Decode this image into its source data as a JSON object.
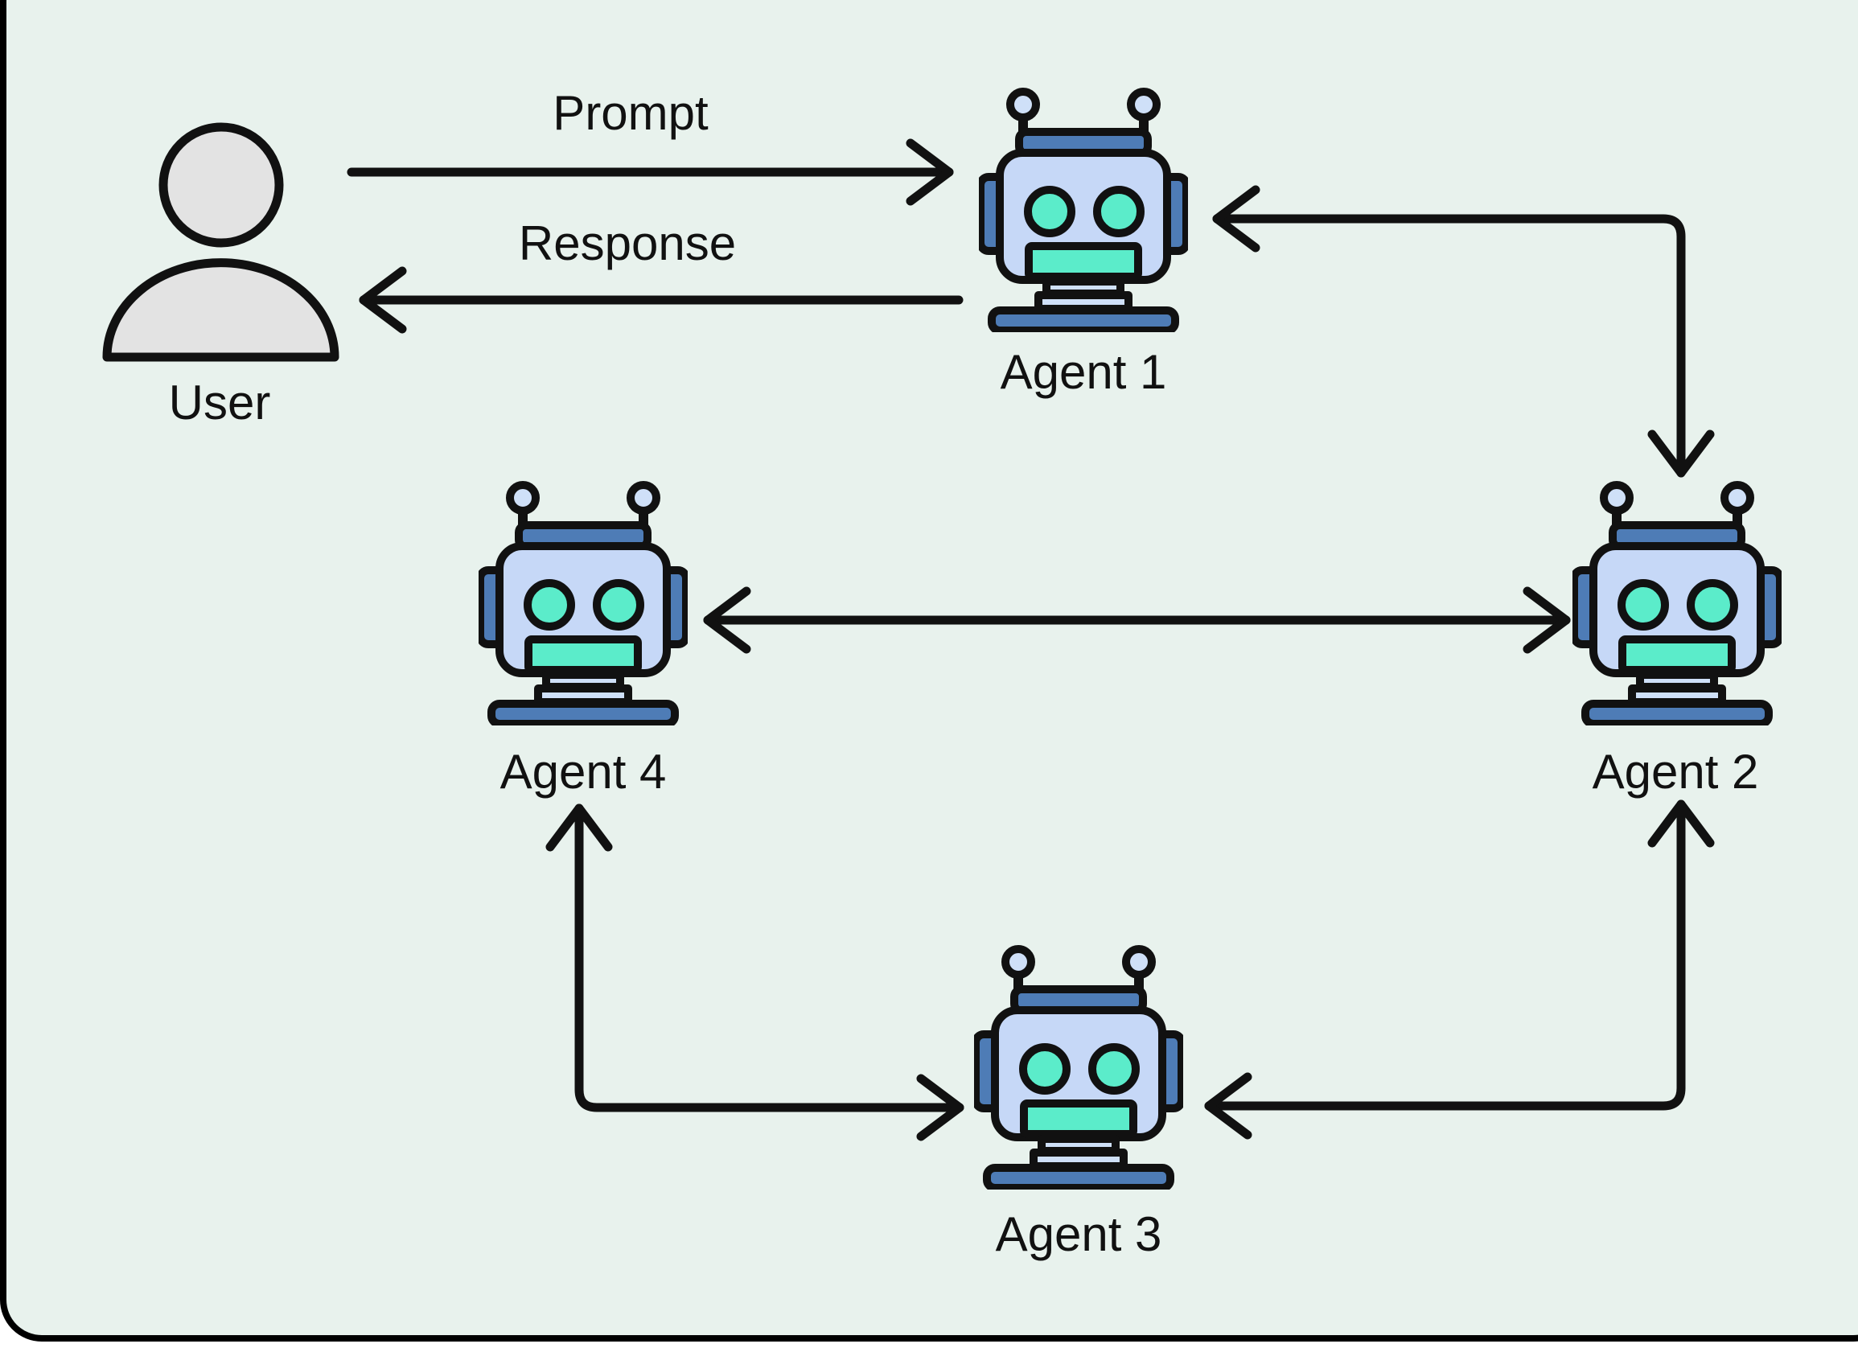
{
  "title": "Multi-agent system diagram",
  "colors": {
    "page": "#ffffff",
    "bg": "#e8f2ed",
    "frame": "#000000",
    "ink": "#111111",
    "head": "#c6d8f7",
    "dark": "#4e7cb6",
    "teal": "#5becca",
    "ball": "#cfe0f8",
    "gray": "#e3e3e3"
  },
  "nodes": {
    "user": {
      "label": "User",
      "icon": "person-icon"
    },
    "agent1": {
      "label": "Agent 1",
      "icon": "robot-icon"
    },
    "agent2": {
      "label": "Agent 2",
      "icon": "robot-icon"
    },
    "agent3": {
      "label": "Agent 3",
      "icon": "robot-icon"
    },
    "agent4": {
      "label": "Agent 4",
      "icon": "robot-icon"
    }
  },
  "edges": {
    "prompt": {
      "label": "Prompt",
      "from": "User",
      "to": "Agent 1",
      "direction": "unidirectional"
    },
    "response": {
      "label": "Response",
      "from": "Agent 1",
      "to": "User",
      "direction": "unidirectional"
    },
    "agent1_agent2": {
      "label": "",
      "from": "Agent 1",
      "to": "Agent 2",
      "direction": "bidirectional"
    },
    "agent4_agent2": {
      "label": "",
      "from": "Agent 4",
      "to": "Agent 2",
      "direction": "bidirectional"
    },
    "agent3_agent4": {
      "label": "",
      "from": "Agent 3",
      "to": "Agent 4",
      "direction": "bidirectional"
    },
    "agent3_agent2": {
      "label": "",
      "from": "Agent 3",
      "to": "Agent 2",
      "direction": "bidirectional"
    }
  }
}
